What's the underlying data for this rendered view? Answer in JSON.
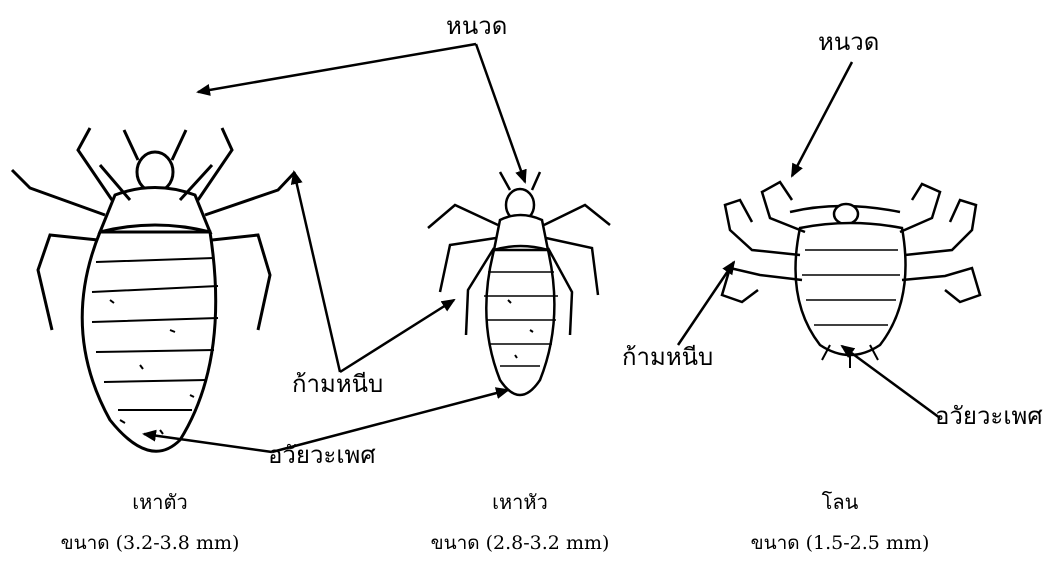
{
  "labels": {
    "antenna": "หนวด",
    "claw": "ก้ามหนีบ",
    "genitalia": "อวัยวะเพศ"
  },
  "specimens": [
    {
      "name": "เหาตัว",
      "size": "ขนาด (3.2-3.8 mm)"
    },
    {
      "name": "เหาหัว",
      "size": "ขนาด (2.8-3.2 mm)"
    },
    {
      "name": "โลน",
      "size": "ขนาด (1.5-2.5 mm)"
    }
  ]
}
